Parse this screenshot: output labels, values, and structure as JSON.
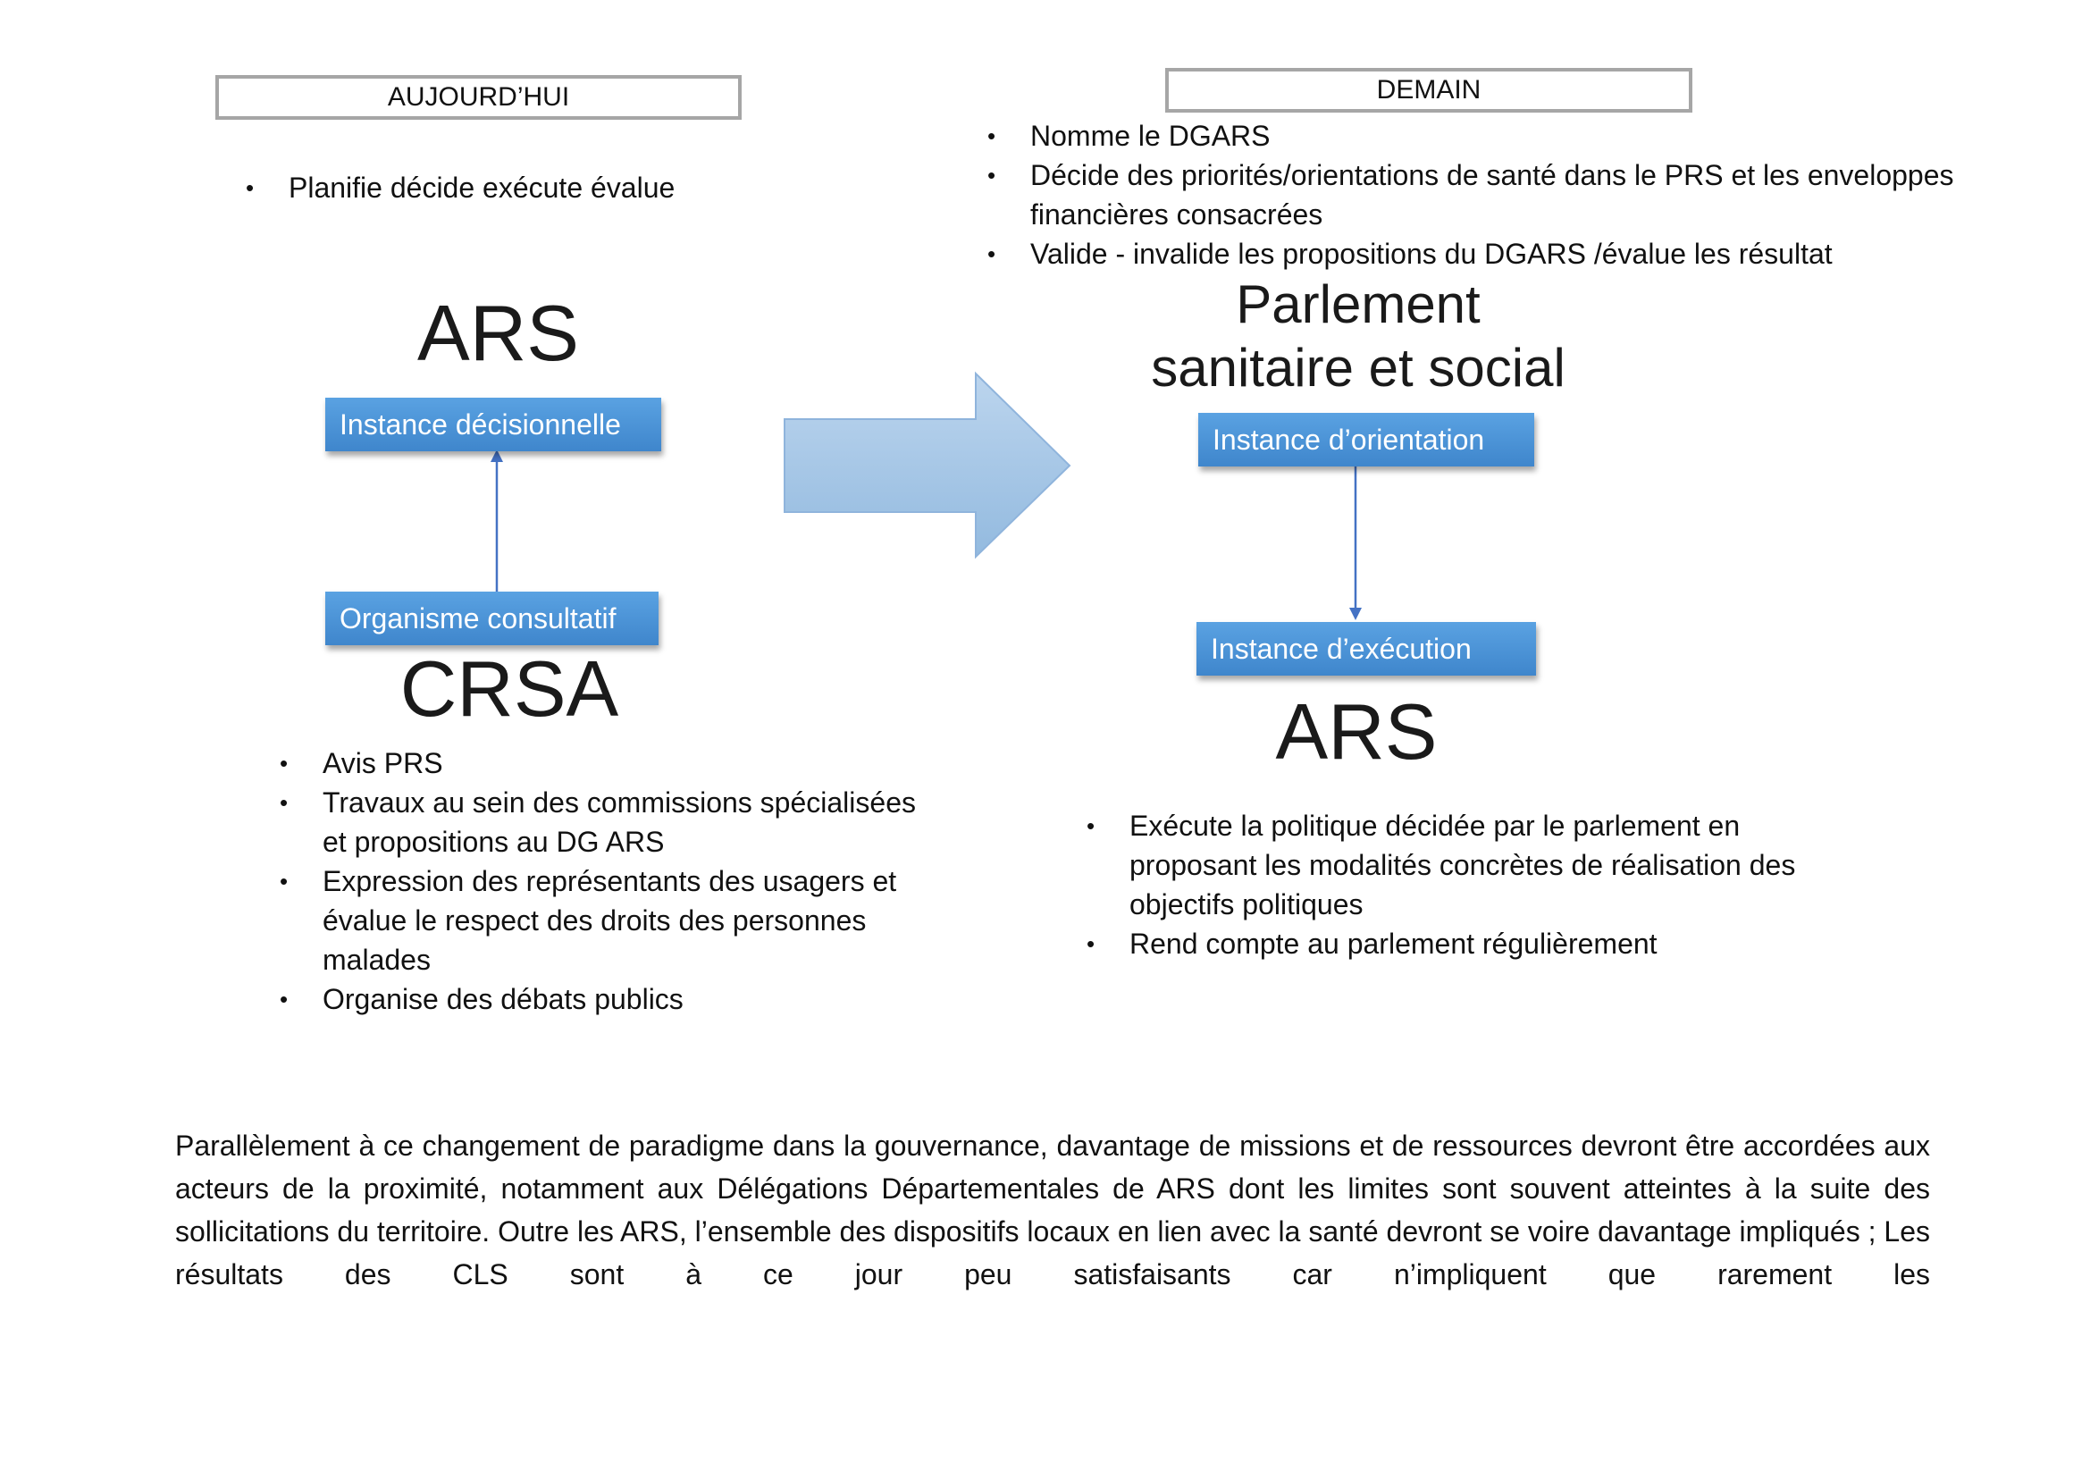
{
  "left": {
    "header": "AUJOURD’HUI",
    "intro_bullets": [
      "Planifie décide exécute évalue"
    ],
    "top_title": "ARS",
    "top_node": "Instance décisionnelle",
    "bottom_node": "Organisme consultatif",
    "bottom_title": "CRSA",
    "bullets": [
      "Avis PRS",
      "Travaux au sein des commissions spécialisées et propositions au DG ARS",
      "Expression des représentants des usagers et évalue le respect des droits des personnes malades",
      "Organise des débats publics"
    ]
  },
  "right": {
    "header": "DEMAIN",
    "intro_bullets": [
      "Nomme le DGARS",
      "Décide des priorités/orientations  de santé dans le PRS et les enveloppes financières consacrées",
      "Valide - invalide les propositions du DGARS /évalue les résultat"
    ],
    "top_title_line1": "Parlement",
    "top_title_line2": "sanitaire et social",
    "top_node": "Instance d’orientation",
    "bottom_node": "Instance d’exécution",
    "bottom_title": "ARS",
    "bullets": [
      "Exécute la politique décidée par le parlement en proposant les modalités concrètes de réalisation des objectifs politiques",
      "Rend compte au parlement régulièrement"
    ]
  },
  "paragraph": "Parallèlement à ce changement de paradigme dans la gouvernance, davantage de missions et de ressources devront être accordées aux acteurs de la proximité, notamment aux Délégations Départementales de ARS dont les limites sont souvent atteintes à la suite des sollicitations du territoire. Outre les ARS, l’ensemble des dispositifs locaux en lien avec la santé devront se voire davantage impliqués ; Les résultats des CLS sont à ce jour peu satisfaisants car n’impliquent que rarement les",
  "colors": {
    "node_fill": "#4a93d8",
    "arrow_fill": "#a8c8e8",
    "arrow_stroke": "#8fb4dc",
    "connector": "#4472c4",
    "header_border": "#a6a6a6"
  }
}
